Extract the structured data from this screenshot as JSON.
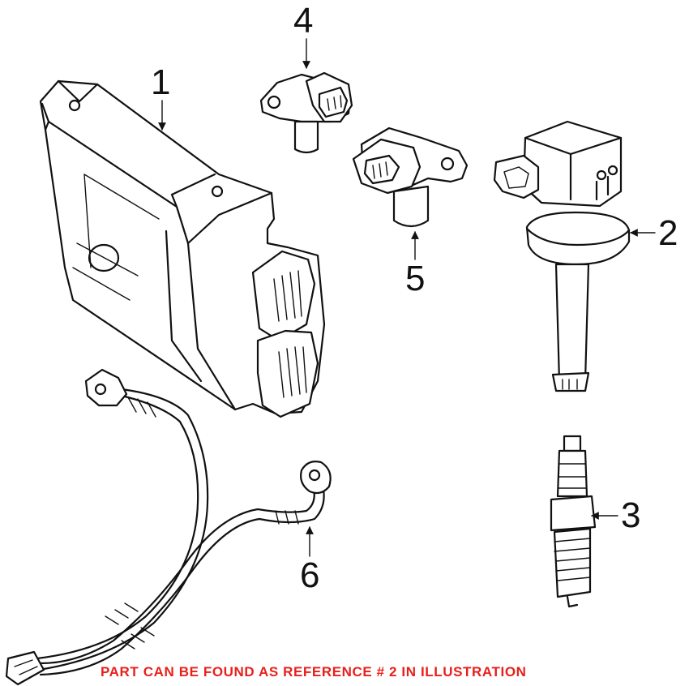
{
  "callouts": {
    "one": "1",
    "two": "2",
    "three": "3",
    "four": "4",
    "five": "5",
    "six": "6"
  },
  "footer": {
    "text": "PART CAN BE FOUND AS REFERENCE # 2 IN ILLUSTRATION",
    "color": "#e8201c"
  },
  "parts": [
    {
      "ref": "1",
      "icon": "engine-control-module-icon"
    },
    {
      "ref": "2",
      "icon": "ignition-coil-icon"
    },
    {
      "ref": "3",
      "icon": "spark-plug-icon"
    },
    {
      "ref": "4",
      "icon": "sensor-icon"
    },
    {
      "ref": "5",
      "icon": "sensor-icon"
    },
    {
      "ref": "6",
      "icon": "knock-sensor-harness-icon"
    }
  ]
}
